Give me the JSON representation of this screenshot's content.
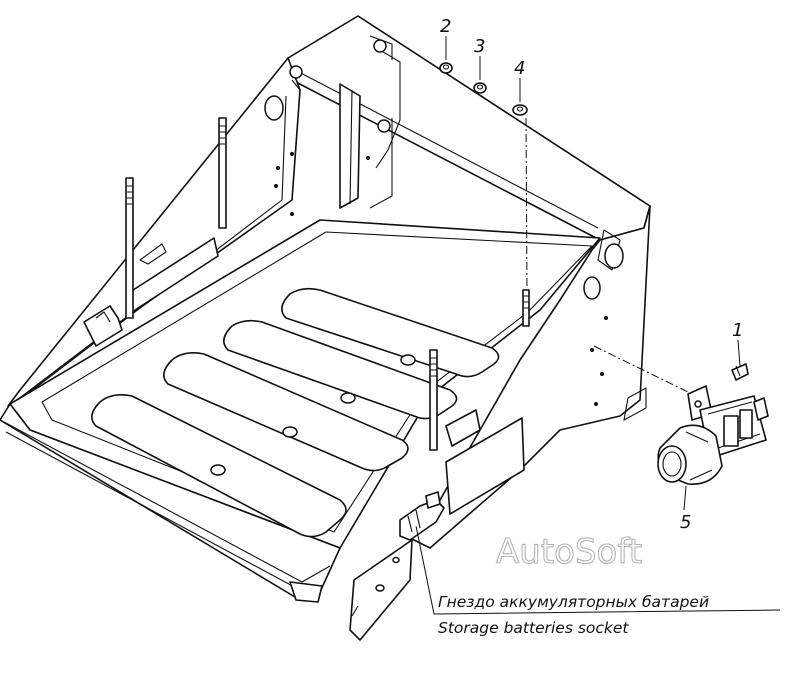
{
  "diagram": {
    "callouts": [
      {
        "id": "c1",
        "label": "1"
      },
      {
        "id": "c2",
        "label": "2"
      },
      {
        "id": "c3",
        "label": "3"
      },
      {
        "id": "c4",
        "label": "4"
      },
      {
        "id": "c5",
        "label": "5"
      }
    ],
    "caption": {
      "ru": "Гнездо аккумуляторных батарей",
      "en": "Storage batteries socket"
    },
    "watermark": "AutoSoft"
  }
}
